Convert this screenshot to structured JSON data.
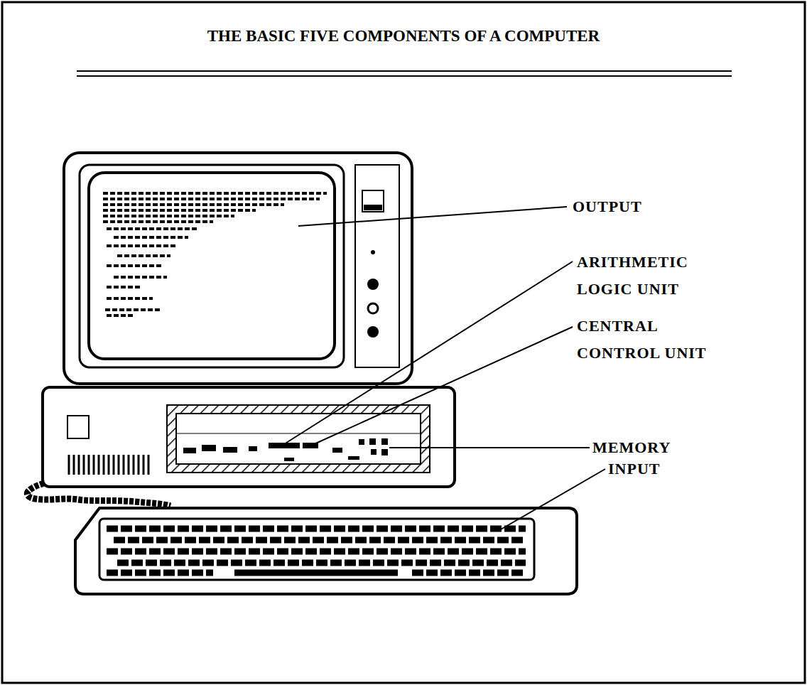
{
  "diagram": {
    "title": "THE BASIC FIVE COMPONENTS OF A COMPUTER",
    "labels": [
      "OUTPUT",
      "ARITHMETIC LOGIC UNIT",
      "CENTRAL CONTROL UNIT",
      "MEMORY",
      "INPUT"
    ]
  }
}
